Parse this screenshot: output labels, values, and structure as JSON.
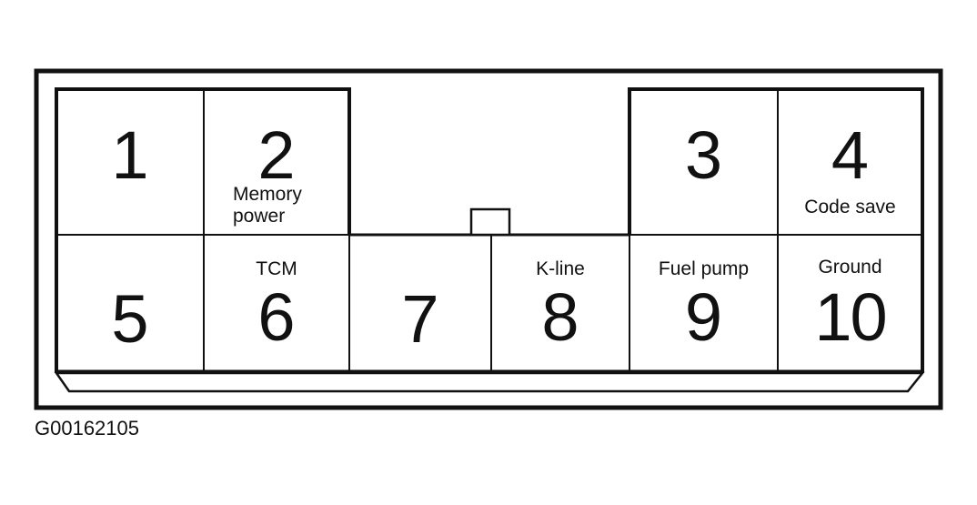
{
  "connector": {
    "pins": [
      {
        "number": "1",
        "label": ""
      },
      {
        "number": "2",
        "label": "Memory power"
      },
      {
        "number": "3",
        "label": ""
      },
      {
        "number": "4",
        "label": "Code save"
      },
      {
        "number": "5",
        "label": ""
      },
      {
        "number": "6",
        "label": "TCM"
      },
      {
        "number": "7",
        "label": ""
      },
      {
        "number": "8",
        "label": "K-line"
      },
      {
        "number": "9",
        "label": "Fuel pump"
      },
      {
        "number": "10",
        "label": "Ground"
      }
    ],
    "line_color": "#111111"
  },
  "figure_id": "G00162105"
}
